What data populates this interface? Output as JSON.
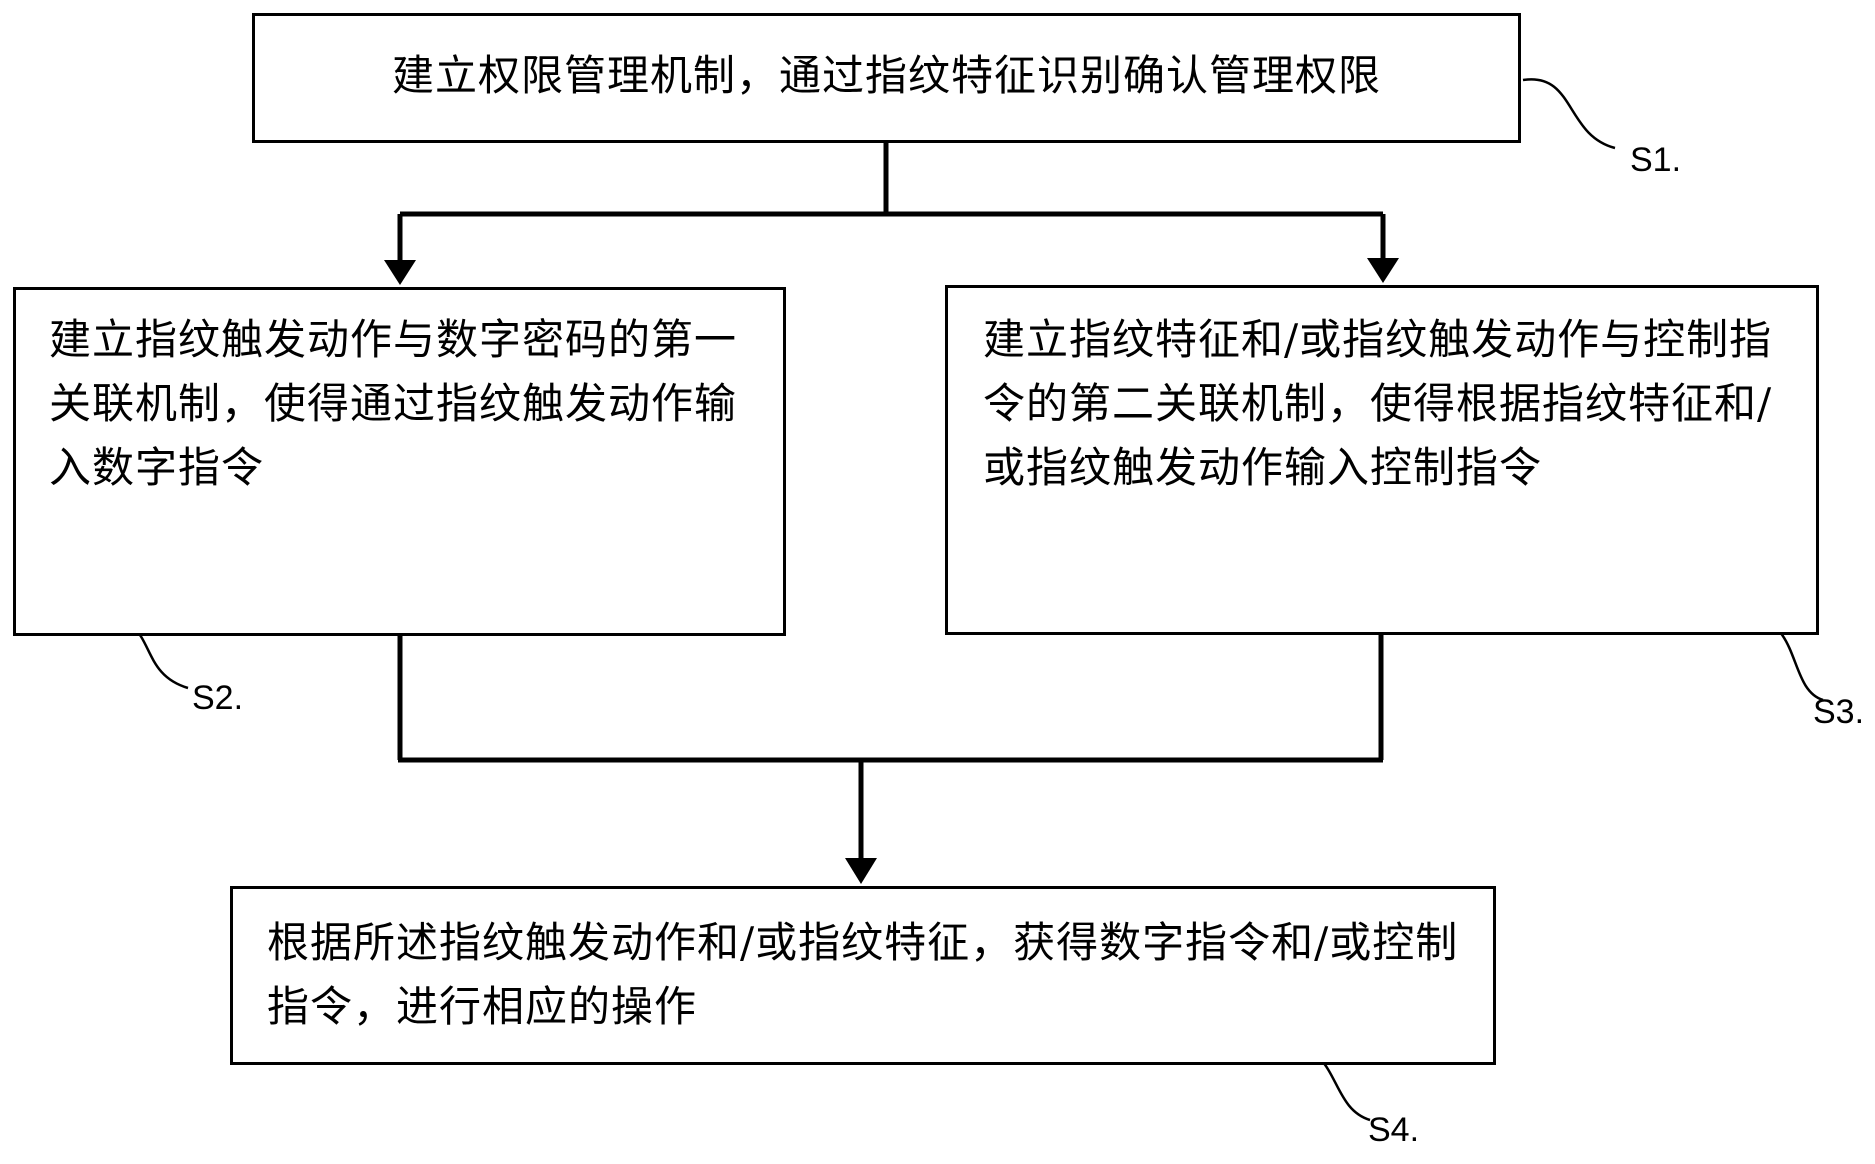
{
  "steps": {
    "s1": {
      "text": "建立权限管理机制，通过指纹特征识别确认管理权限",
      "label": "S1."
    },
    "s2": {
      "text": "建立指纹触发动作与数字密码的第一关联机制，使得通过指纹触发动作输入数字指令",
      "label": "S2."
    },
    "s3": {
      "text": "建立指纹特征和/或指纹触发动作与控制指令的第二关联机制，使得根据指纹特征和/或指纹触发动作输入控制指令",
      "label": "S3."
    },
    "s4": {
      "text": "根据所述指纹触发动作和/或指纹特征，获得数字指令和/或控制指令，进行相应的操作",
      "label": "S4."
    }
  },
  "colors": {
    "line": "#000000",
    "background": "#ffffff"
  }
}
